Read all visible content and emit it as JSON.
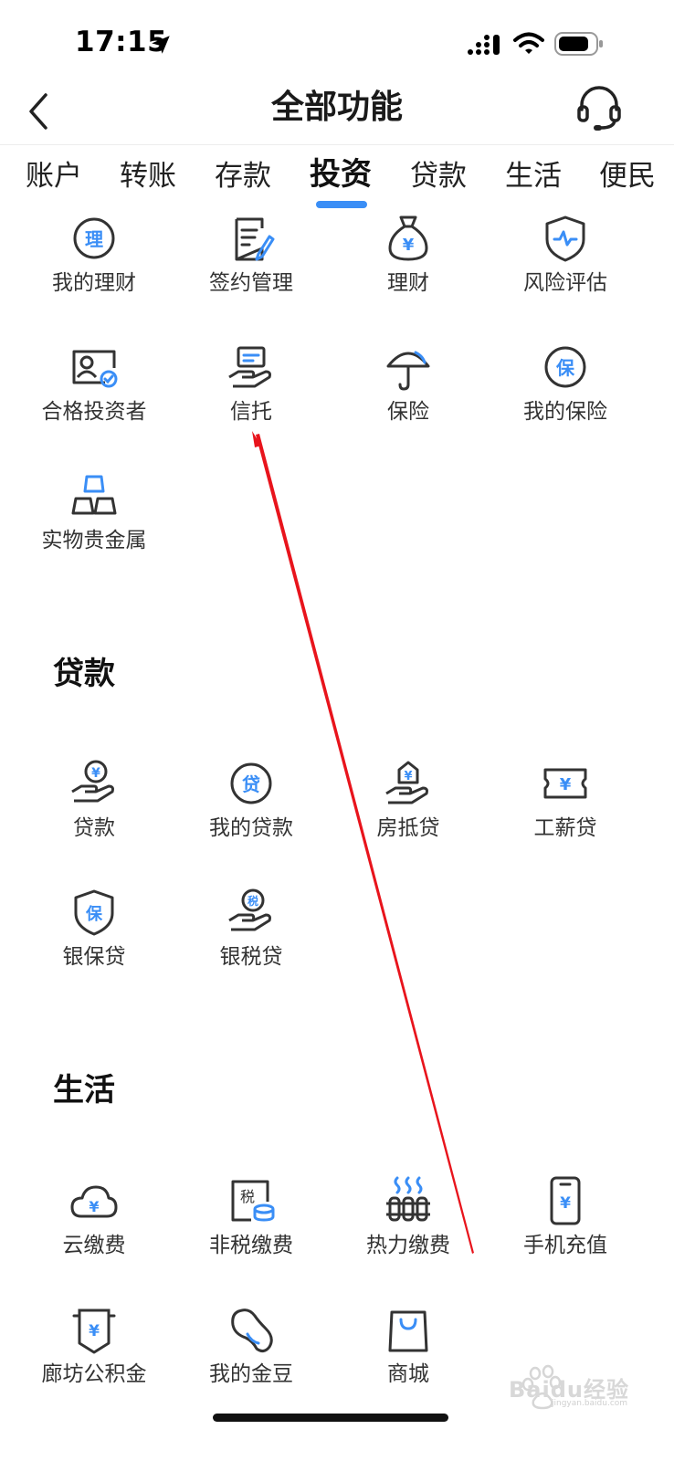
{
  "status_bar": {
    "time": "17:15",
    "icons": [
      "location-arrow-icon",
      "signal-icon",
      "wifi-icon",
      "battery-icon"
    ]
  },
  "nav": {
    "title": "全部功能",
    "back_icon": "chevron-left-icon",
    "service_icon": "headset-icon"
  },
  "tabs": [
    {
      "label": "账户"
    },
    {
      "label": "转账"
    },
    {
      "label": "存款"
    },
    {
      "label": "投资",
      "active": true
    },
    {
      "label": "贷款"
    },
    {
      "label": "生活"
    },
    {
      "label": "便民"
    }
  ],
  "investment": {
    "items": [
      {
        "label": "我的理财",
        "icon": "licai-circle-icon",
        "glyph": "理"
      },
      {
        "label": "签约管理",
        "icon": "document-pen-icon"
      },
      {
        "label": "理财",
        "icon": "money-bag-icon",
        "glyph": "¥"
      },
      {
        "label": "风险评估",
        "icon": "shield-pulse-icon"
      },
      {
        "label": "合格投资者",
        "icon": "id-card-check-icon"
      },
      {
        "label": "信托",
        "icon": "hand-card-icon"
      },
      {
        "label": "保险",
        "icon": "umbrella-icon"
      },
      {
        "label": "我的保险",
        "icon": "bao-circle-icon",
        "glyph": "保"
      },
      {
        "label": "实物贵金属",
        "icon": "gold-bars-icon"
      }
    ]
  },
  "loan": {
    "title": "贷款",
    "items": [
      {
        "label": "贷款",
        "icon": "hand-coin-icon",
        "glyph": "¥"
      },
      {
        "label": "我的贷款",
        "icon": "dai-circle-icon",
        "glyph": "贷"
      },
      {
        "label": "房抵贷",
        "icon": "hand-house-icon",
        "glyph": "¥"
      },
      {
        "label": "工薪贷",
        "icon": "ticket-icon",
        "glyph": "¥"
      },
      {
        "label": "银保贷",
        "icon": "bao-shield-icon",
        "glyph": "保"
      },
      {
        "label": "银税贷",
        "icon": "hand-tax-icon",
        "glyph": "税"
      }
    ]
  },
  "life": {
    "title": "生活",
    "items": [
      {
        "label": "云缴费",
        "icon": "cloud-yen-icon",
        "glyph": "¥"
      },
      {
        "label": "非税缴费",
        "icon": "tax-board-icon",
        "glyph": "税"
      },
      {
        "label": "热力缴费",
        "icon": "radiator-icon"
      },
      {
        "label": "手机充值",
        "icon": "phone-yen-icon",
        "glyph": "¥"
      },
      {
        "label": "廊坊公积金",
        "icon": "fund-pocket-icon",
        "glyph": "¥"
      },
      {
        "label": "我的金豆",
        "icon": "bean-icon"
      },
      {
        "label": "商城",
        "icon": "shopping-bag-icon"
      }
    ]
  },
  "colors": {
    "accent": "#3a8ef6",
    "icon_stroke": "#333333",
    "annotation": "#e8141c",
    "text": "#222222"
  },
  "watermark": {
    "text": "Baidu经验",
    "url": "jingyan.baidu.com"
  }
}
